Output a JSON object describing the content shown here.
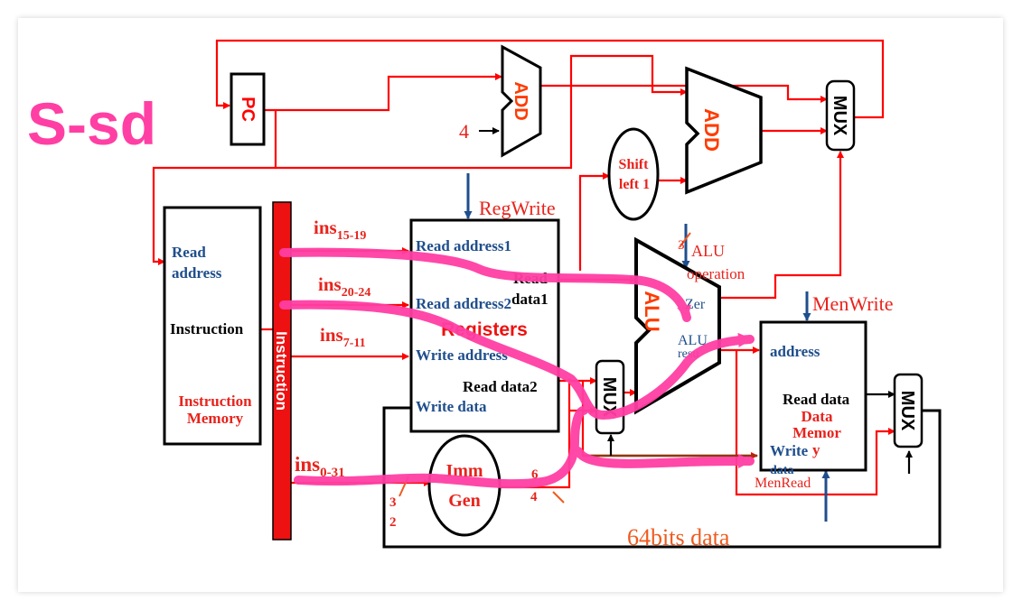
{
  "slide_title": "S-sd",
  "pc": {
    "label": "PC"
  },
  "add_small": {
    "label": "ADD",
    "const_input": "4"
  },
  "add_big": {
    "label": "ADD"
  },
  "mux_top": {
    "label": "MUX"
  },
  "shift": {
    "line1": "Shift",
    "line2": "left 1"
  },
  "reg_write": "RegWrite",
  "instruction_memory": {
    "read_address_1": "Read",
    "read_address_2": "address",
    "instruction": "Instruction",
    "title_1": "Instruction",
    "title_2": "Memory"
  },
  "instruction_bus": "Instruction",
  "fields": {
    "rs1": {
      "base": "ins",
      "sub": "15-19"
    },
    "rs2": {
      "base": "ins",
      "sub": "20-24"
    },
    "rd": {
      "base": "ins",
      "sub": "7-11"
    },
    "imm": {
      "base": "ins",
      "sub": "0-31"
    }
  },
  "registers": {
    "read_address1": "Read address1",
    "read_address2": "Read address2",
    "write_address": "Write address",
    "write_data": "Write data",
    "read_data1_a": "Read",
    "read_data1_b": "data1",
    "read_data2": "Read data2",
    "title": "Registers"
  },
  "imm_gen": {
    "line1": "Imm",
    "line2": "Gen",
    "in_width_1": "3",
    "in_width_2": "2",
    "out_width": "4",
    "out_width_top": "6"
  },
  "mux_alu": {
    "label": "MUX"
  },
  "alu": {
    "label": "ALU",
    "op_width": "3",
    "operation_1": "ALU",
    "operation_2": "operation",
    "zero": "Zer",
    "result_1": "ALU",
    "result_2": "resu"
  },
  "data_memory": {
    "address": "address",
    "read_data": "Read data",
    "title_1": "Data",
    "title_2": "Memor",
    "title_3": "y",
    "write_data_1": "Write",
    "write_data_2": "data",
    "mem_write": "MenWrite",
    "mem_read": "MenRead"
  },
  "mux_mem": {
    "label": "MUX"
  },
  "bus_label": "64bits data",
  "colors": {
    "title_pink": "#ff3fa4",
    "wire_red": "#ff0000",
    "label_blue": "#1f4e8c",
    "highlight": "#ff3fa4",
    "wire_black": "#000000",
    "field_label": "#e8231c",
    "bus_label": "#f05a1e"
  }
}
